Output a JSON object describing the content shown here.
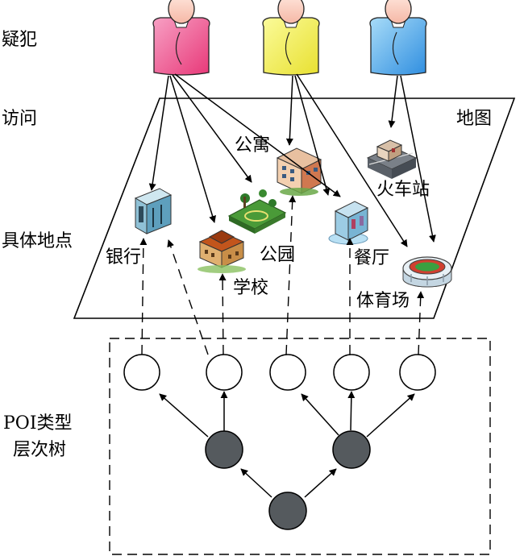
{
  "row_labels": {
    "suspects": "疑犯",
    "visit": "访问",
    "places": "具体地点",
    "poi_line1": "POI类型",
    "poi_line2": "层次树"
  },
  "map_label": "地图",
  "places": {
    "bank": "银行",
    "school": "学校",
    "park": "公园",
    "apartment": "公寓",
    "restaurant": "餐厅",
    "stadium": "体育场",
    "station": "火车站"
  },
  "colors": {
    "suspect_1": "#f0508a",
    "suspect_2": "#f2f04a",
    "suspect_3": "#4aa6e8",
    "leaf_node_fill": "#ffffff",
    "inner_node_fill": "#555a5e",
    "stroke": "#000000"
  },
  "icons": [
    "person-icon",
    "bank-building-icon",
    "school-building-icon",
    "park-icon",
    "apartment-building-icon",
    "restaurant-building-icon",
    "stadium-icon",
    "train-station-icon"
  ]
}
